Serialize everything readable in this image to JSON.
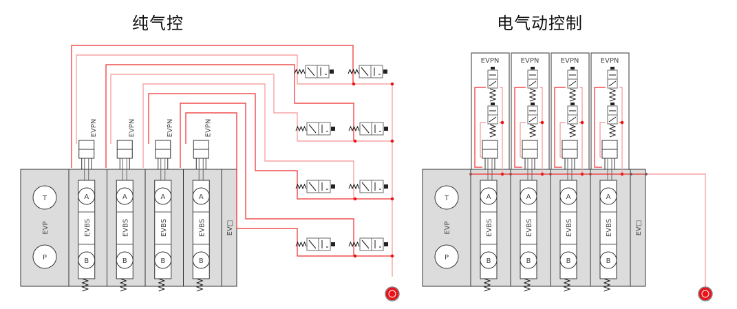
{
  "titles": {
    "left": "纯气控",
    "right": "电气动控制"
  },
  "left_diagram": {
    "name": "pure-pneumatic-control",
    "pump_block": {
      "label": "EVP",
      "ports": [
        "T",
        "P"
      ]
    },
    "sections": [
      {
        "actuator": "EVPN",
        "body": "EVBS",
        "port_a": "A",
        "port_b": "B"
      },
      {
        "actuator": "EVPN",
        "body": "EVBS",
        "port_a": "A",
        "port_b": "B"
      },
      {
        "actuator": "EVPN",
        "body": "EVBS",
        "port_a": "A",
        "port_b": "B"
      },
      {
        "actuator": "EVPN",
        "body": "EVBS",
        "port_a": "A",
        "port_b": "B"
      }
    ],
    "end_block": {
      "label": "EV□"
    },
    "pilot_valves_count": 8,
    "source_icon": "air-source-icon"
  },
  "right_diagram": {
    "name": "electro-pneumatic-control",
    "pump_block": {
      "label": "EVP",
      "ports": [
        "T",
        "P"
      ]
    },
    "sections": [
      {
        "actuator": "EVPN",
        "body": "EVBS",
        "port_a": "A",
        "port_b": "B"
      },
      {
        "actuator": "EVPN",
        "body": "EVBS",
        "port_a": "A",
        "port_b": "B"
      },
      {
        "actuator": "EVPN",
        "body": "EVBS",
        "port_a": "A",
        "port_b": "B"
      },
      {
        "actuator": "EVPN",
        "body": "EVBS",
        "port_a": "A",
        "port_b": "B"
      }
    ],
    "end_block": {
      "label": "EV□"
    },
    "solenoid_valves_per_section": 2,
    "source_icon": "air-source-icon"
  },
  "colors": {
    "pilot_line": "#ee2a2a",
    "pilot_line_light": "#f7a4a4",
    "block_fill": "#dcdcdc",
    "source": "#e8141c"
  }
}
